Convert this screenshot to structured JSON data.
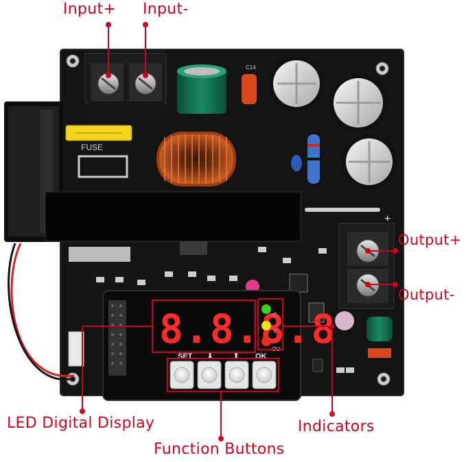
{
  "labels": {
    "input_pos": "Input+",
    "input_neg": "Input-",
    "output_pos": "Output+",
    "output_neg": "Output-",
    "led_display": "LED Digital Display",
    "indicators": "Indicators",
    "function_buttons": "Function Buttons"
  },
  "board": {
    "fuse": "FUSE",
    "display_digits": "8.8.8.8",
    "buttons": [
      "SET",
      "⬇",
      "⬆",
      "OK"
    ],
    "indicator_leds": [
      "C",
      "V",
      "OU"
    ]
  },
  "colors": {
    "annotation": "#d0021b",
    "pcb": "#141414",
    "led_segment": "#ff2a2a",
    "led_green": "#38d11c",
    "led_yellow": "#f2e21a",
    "led_red": "#f12a1a"
  }
}
